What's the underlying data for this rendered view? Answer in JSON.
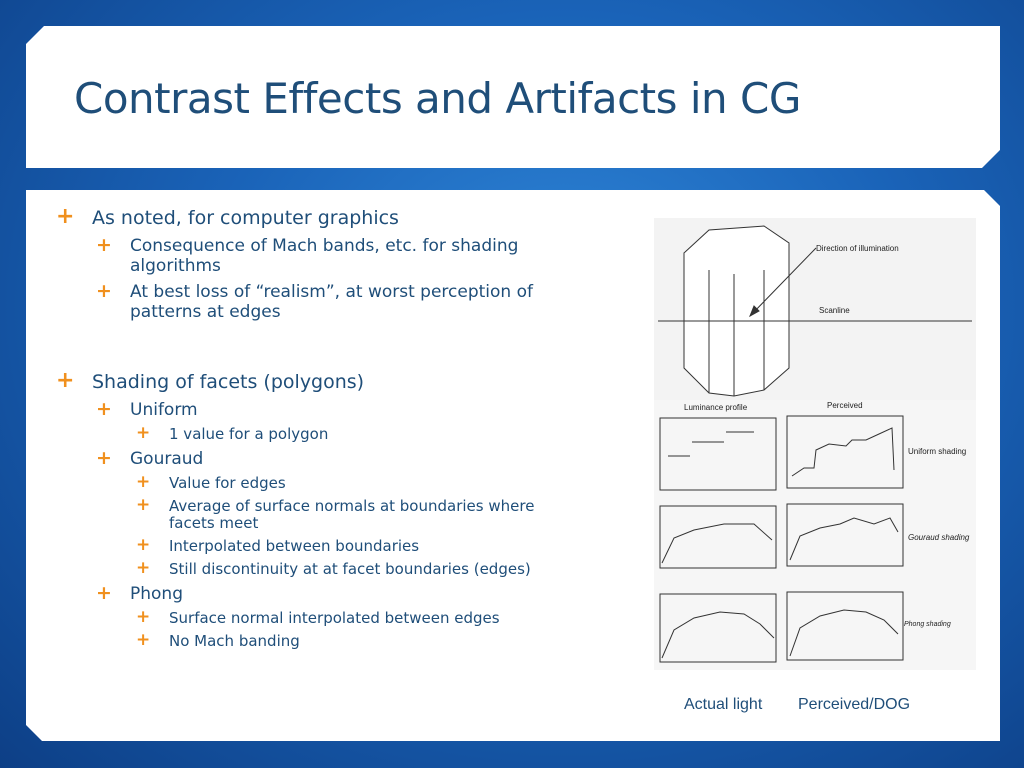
{
  "title": "Contrast Effects and Artifacts in CG",
  "bullets": {
    "b1": "As noted, for computer graphics",
    "b1_1": "Consequence of Mach bands, etc. for shading algorithms",
    "b1_2": "At best loss of “realism”, at worst perception of patterns at edges",
    "b2": "Shading of facets (polygons)",
    "uniform": "Uniform",
    "uniform_1": "1 value for a polygon",
    "gouraud": "Gouraud",
    "gouraud_1": "Value for edges",
    "gouraud_2": "Average of surface normals at boundaries where facets meet",
    "gouraud_3": "Interpolated between boundaries",
    "gouraud_4": "Still discontinuity at at facet boundaries (edges)",
    "phong": "Phong",
    "phong_1": "Surface normal interpolated between edges",
    "phong_2": "No Mach banding"
  },
  "figure": {
    "direction_label": "Direction of illumination",
    "scanline_label": "Scanline",
    "luminance_label": "Luminance profile",
    "perceived_label": "Perceived",
    "uniform_label": "Uniform shading",
    "gouraud_label": "Gouraud shading",
    "phong_label": "Phong shading"
  },
  "captions": {
    "actual": "Actual light",
    "perceived": "Perceived/DOG"
  },
  "colors": {
    "title": "#1f4e79",
    "bullet_mark": "#f0901e",
    "background": "#1a63b8"
  },
  "icons": {
    "bullet": "plus-icon"
  }
}
